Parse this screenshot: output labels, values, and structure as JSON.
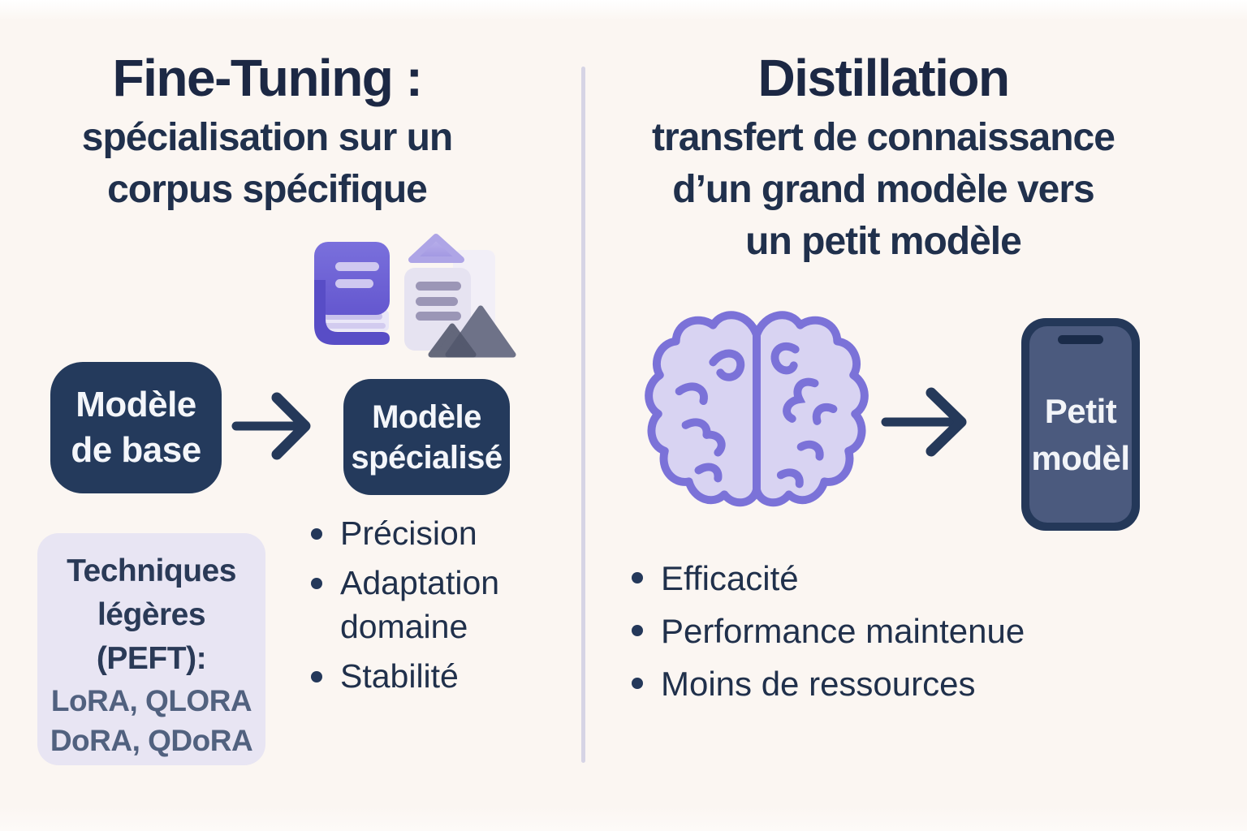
{
  "left_panel": {
    "title": "Fine-Tuning :",
    "subtitle_line1": "spécialisation sur un",
    "subtitle_line2": "corpus spécifique",
    "base_model_box": {
      "line1": "Modèle",
      "line2": "de base"
    },
    "specialized_model_box": {
      "line1": "Modèle",
      "line2": "spécialisé"
    },
    "peft_box": {
      "title_line1": "Techniques",
      "title_line2": "légères",
      "title_line3": "(PEFT):",
      "methods_line1": "LoRA, QLORA",
      "methods_line2": "DoRA, QDoRA"
    },
    "bullets": [
      "Précision",
      "Adaptation domaine",
      "Stabilité"
    ]
  },
  "right_panel": {
    "title": "Distillation",
    "subtitle_line1": "transfert de connaissance",
    "subtitle_line2": "d’un grand modèle vers",
    "subtitle_line3": "un petit modèle",
    "phone_label_line1": "Petit",
    "phone_label_line2": "modèl",
    "bullets": [
      "Efficacité",
      "Performance maintenue",
      "Moins de ressources"
    ]
  },
  "icons": {
    "book": "book-icon",
    "document": "document-icon",
    "triangle": "triangle-icon",
    "mountains": "mountains-icon",
    "brain": "brain-icon",
    "phone": "smartphone-icon",
    "arrow": "right-arrow-icon"
  },
  "colors": {
    "background": "#FBF6F2",
    "ink": "#1F2B47",
    "navy_box": "#243A5C",
    "white_text": "#F4F6FA",
    "peft_bg": "#E8E5F3",
    "peft_methods": "#51617F",
    "divider": "#D6D4E5",
    "purple_outline": "#7B72D8",
    "brain_fill": "#D8D3F2",
    "book_purple": "#6F64D5",
    "phone_screen": "#4B5A7E"
  }
}
